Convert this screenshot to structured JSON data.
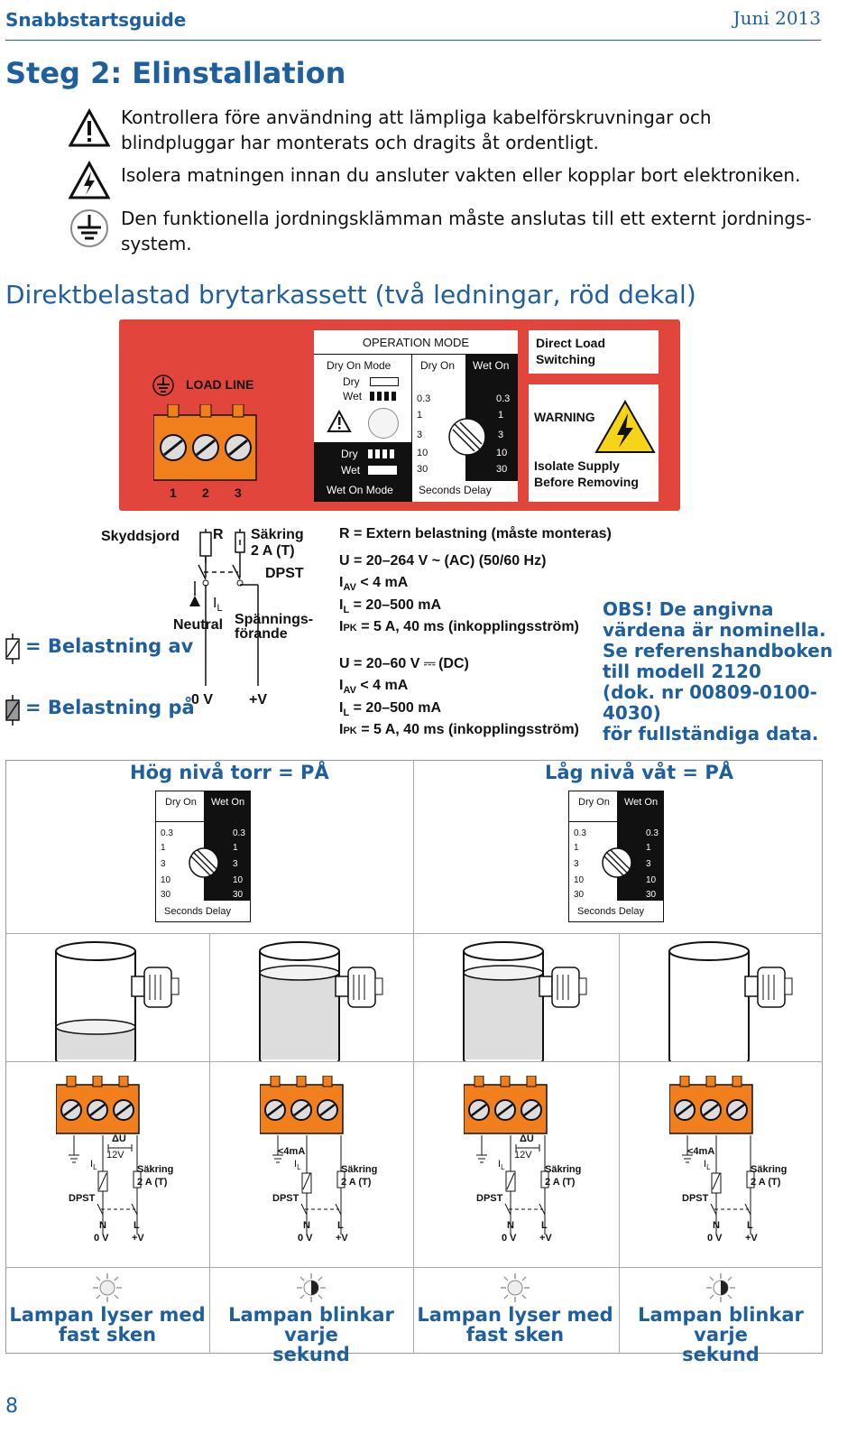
{
  "header": {
    "left": "Snabbstartsguide",
    "right": "Juni 2013"
  },
  "step_title": "Steg 2: Elinstallation",
  "notes": [
    {
      "icon": "warning-icon",
      "text": "Kontrollera före användning att lämpliga kabelförskruvningar och blindpluggar har monterats och dragits åt ordentligt."
    },
    {
      "icon": "electric-hazard-icon",
      "text": "Isolera matningen innan du ansluter vakten eller kopplar bort elektroniken."
    },
    {
      "icon": "ground-icon",
      "text": "Den funktionella jordningsklämman måste anslutas till ett externt jordnings-system."
    }
  ],
  "section_title": "Direktbelastad brytarkassett (två ledningar, röd dekal)",
  "panel": {
    "load_line": "LOAD  LINE",
    "terminals": [
      "1",
      "2",
      "3"
    ],
    "operation_mode": "OPERATION MODE",
    "dry_on_mode": "Dry On Mode",
    "dry": "Dry",
    "wet": "Wet",
    "wet_on_mode": "Wet On Mode",
    "dry_on": "Dry On",
    "wet_on": "Wet On",
    "delays": [
      "0.3",
      "1",
      "3",
      "10",
      "30"
    ],
    "seconds_delay": "Seconds Delay",
    "direct_load": "Direct Load",
    "switching": "Switching",
    "warning": "WARNING",
    "isolate1": "Isolate Supply",
    "isolate2": "Before Removing",
    "colors": {
      "panel": "#e2453c",
      "terminal": "#f07f1c",
      "accent": "#1f5f9e"
    }
  },
  "wiring": {
    "skyddsjord": "Skyddsjord",
    "r": "R",
    "sakring": "Säkring",
    "sakring_val": "2 A (T)",
    "dpst": "DPST",
    "il": "I",
    "il_sub": "L",
    "neutral": "Neutral",
    "spanning1": "Spännings-",
    "spanning2": "förande",
    "zero_v": "0 V",
    "plus_v": "+V"
  },
  "legend": {
    "off": "= Belastning av",
    "on": "= Belastning på"
  },
  "specs": {
    "r": "R = Extern belastning (måste monteras)",
    "ac_u": "U = 20–264 V ~ (AC) (50/60 Hz)",
    "ac_iav": "< 4 mA",
    "ac_il": "= 20–500 mA",
    "ac_ipk": "= 5 A, 40 ms (inkopplingsström)",
    "dc_u": "U = 20–60 V",
    "dc_u_suffix": "(DC)",
    "dc_iav": "< 4 mA",
    "dc_il": "= 20–500 mA",
    "dc_ipk": "= 5 A, 40 ms (inkopplingsström)",
    "iav_label": "I",
    "iav_sub": "AV",
    "il_label": "I",
    "il_sub": "L",
    "ipk_label": "I",
    "ipk_sub": "PK"
  },
  "obs": [
    "OBS! De angivna",
    "värdena är nominella.",
    "Se referenshandboken",
    "till modell 2120",
    "(dok. nr 00809-0100-4030)",
    "för fullständiga data."
  ],
  "states": [
    {
      "title": "Hög nivå torr = PÅ"
    },
    {
      "title": "Låg nivå våt = PÅ"
    }
  ],
  "scenarios": [
    {
      "top": "ΔU",
      "volt": "12V",
      "il": "I",
      "il_sub": "L",
      "sakring": "Säkring",
      "sakring_val": "2 A (T)",
      "dpst": "DPST",
      "n": "N",
      "l": "L",
      "zero": "0 V",
      "plus": "+V",
      "lamp": [
        "Lampan lyser med",
        "fast sken"
      ],
      "liquid_level": 0.3
    },
    {
      "top": "<4mA",
      "volt": "",
      "il": "I",
      "il_sub": "L",
      "sakring": "Säkring",
      "sakring_val": "2 A (T)",
      "dpst": "DPST",
      "n": "N",
      "l": "L",
      "zero": "0 V",
      "plus": "+V",
      "lamp": [
        "Lampan blinkar varje",
        "sekund"
      ],
      "liquid_level": 0.8
    },
    {
      "top": "ΔU",
      "volt": "12V",
      "il": "I",
      "il_sub": "L",
      "sakring": "Säkring",
      "sakring_val": "2 A (T)",
      "dpst": "DPST",
      "n": "N",
      "l": "L",
      "zero": "0 V",
      "plus": "+V",
      "lamp": [
        "Lampan lyser med",
        "fast sken"
      ],
      "liquid_level": 0.8
    },
    {
      "top": "<4mA",
      "volt": "",
      "il": "I",
      "il_sub": "L",
      "sakring": "Säkring",
      "sakring_val": "2 A (T)",
      "dpst": "DPST",
      "n": "N",
      "l": "L",
      "zero": "0 V",
      "plus": "+V",
      "lamp": [
        "Lampan blinkar varje",
        "sekund"
      ],
      "liquid_level": 0.0
    }
  ],
  "page_number": "8"
}
